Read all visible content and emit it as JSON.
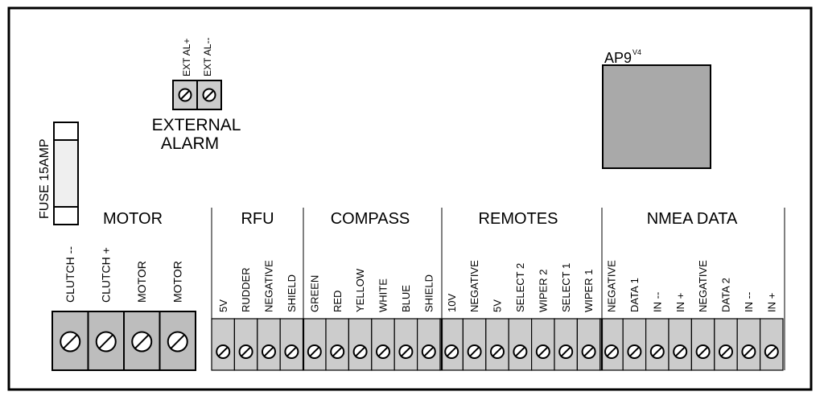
{
  "fuse": {
    "label": "FUSE 15AMP"
  },
  "alarm": {
    "terminal_labels": [
      "EXT  AL+",
      "EXT  AL--"
    ],
    "title_line1": "EXTERNAL",
    "title_line2": "ALARM"
  },
  "chip": {
    "name": "AP9",
    "version": "V4"
  },
  "groups": [
    {
      "id": "motor",
      "label": "MOTOR",
      "terminals": [
        "CLUTCH --",
        "CLUTCH +",
        "MOTOR",
        "MOTOR"
      ]
    },
    {
      "id": "rfu",
      "label": "RFU",
      "terminals": [
        "5V",
        "RUDDER",
        "NEGATIVE",
        "SHIELD"
      ]
    },
    {
      "id": "compass",
      "label": "COMPASS",
      "terminals": [
        "GREEN",
        "RED",
        "YELLOW",
        "WHITE",
        "BLUE",
        "SHIELD"
      ]
    },
    {
      "id": "remotes",
      "label": "REMOTES",
      "terminals": [
        "10V",
        "NEGATIVE",
        "5V",
        "SELECT 2",
        "WIPER 2",
        "SELECT 1",
        "WIPER 1"
      ]
    },
    {
      "id": "nmea",
      "label": "NMEA DATA",
      "terminals": [
        "NEGATIVE",
        "DATA 1",
        "IN --",
        "IN +",
        "NEGATIVE",
        "DATA 2",
        "IN --",
        "IN +"
      ]
    }
  ],
  "colors": {
    "terminal_fill": "#cccccc",
    "motor_fill": "#bdbdbd",
    "line": "#000000"
  }
}
